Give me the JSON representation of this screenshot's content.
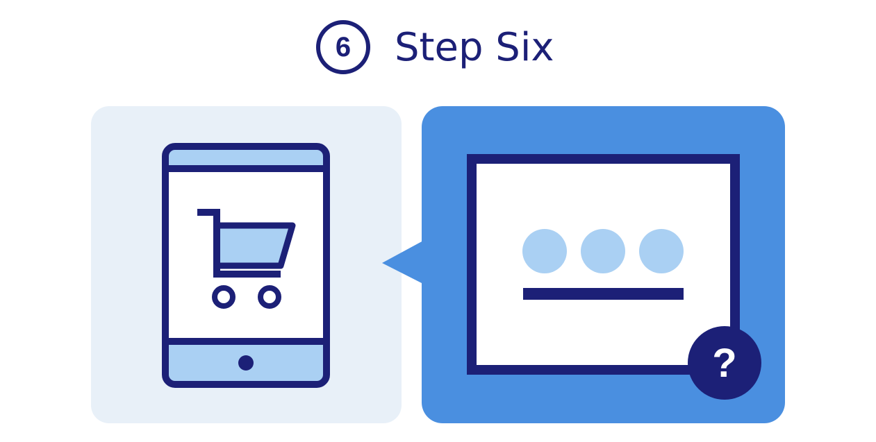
{
  "header": {
    "step_number": "6",
    "title": "Step Six"
  },
  "help_badge": {
    "symbol": "?"
  },
  "colors": {
    "navy": "#1c2077",
    "light_panel": "#e8f0f8",
    "blue_panel": "#4a8fe0",
    "light_blue": "#aad0f3",
    "white": "#ffffff"
  },
  "icons": [
    "step-number-badge",
    "tablet-icon",
    "shopping-cart-icon",
    "home-button-icon",
    "speech-bubble-tail",
    "password-dialog-icon",
    "question-mark-icon"
  ]
}
